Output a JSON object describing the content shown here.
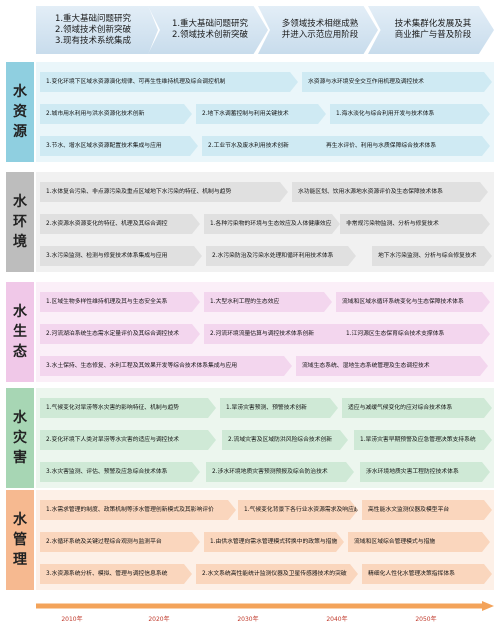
{
  "phases": [
    {
      "label": "1.重大基础问题研究\n2.领域技术创新突破\n3.现有技术系统集成"
    },
    {
      "label": "1.重大基础问题研究\n2.领域技术创新突破"
    },
    {
      "label": "多领域技术相继成熟\n并进入示范应用阶段"
    },
    {
      "label": "技术集群化发展及其\n商业推广与普及阶段"
    }
  ],
  "categories": [
    {
      "key": "resources",
      "label": "水\n资\n源",
      "color": "#8fcfe0",
      "band": "#eaf6fa",
      "itemColor": "#cfeaf3",
      "rows": [
        [
          "1.变化环境下区域水资源演化规律、可再生性维持机理及综合调控机制",
          "水资源与水环境安全交互作用机理及调控技术"
        ],
        [
          "2.城市用水利用与洪水资源化技术创新",
          "2.地下水调蓄控制与利用关键技术",
          "1.海水淡化与综合利用开发与技术体系"
        ],
        [
          "3.节水、增水区域水资源配置技术集成与应用",
          "2.工业节水及废水利用技术创新",
          "再生水评价、利用与水质保障综合技术体系"
        ]
      ]
    },
    {
      "key": "environment",
      "label": "水\n环\n境",
      "color": "#bdbdbd",
      "band": "#f1f1f1",
      "itemColor": "#e0e0e0",
      "rows": [
        [
          "1.水体复合污染、非点源污染及重点区域地下水污染的特征、机制与趋势",
          "水功能区划、饮用水源地水资源评价及生态保障技术体系"
        ],
        [
          "2.水资源水资源变化的特征、机理及其综合调控",
          "1.各种污染物的环境与生态效应及人体健康效应",
          "非常规污染物监测、分析与修复技术"
        ],
        [
          "3.水污染监测、检测与修复技术体系集成与应用",
          "2.水污染防治及污染水处理和循环利用技术体系",
          "地下水污染监测、分析与综合修复技术"
        ]
      ]
    },
    {
      "key": "ecology",
      "label": "水\n生\n态",
      "color": "#f0c8e8",
      "band": "#fbeff8",
      "itemColor": "#f3d6ee",
      "rows": [
        [
          "1.区域生物多样性维持机理及其与生态安全关系",
          "1.大型水利工程的生态效应",
          "流域和区域水循环系统变化与生态保障技术体系"
        ],
        [
          "2.河流湖泊系统生态需水定量评价及其综合调控技术",
          "2.河流环境流量估算与调控技术体系创新",
          "1.江河源区生态保育综合技术支撑体系"
        ],
        [
          "3.水土保持、生态修复、水利工程及其效果开发等综合技术体系集成与应用",
          "流域生态系统、湿地生态系统管理及生态调控技术"
        ]
      ]
    },
    {
      "key": "disaster",
      "label": "水\n灾\n害",
      "color": "#a7d6b4",
      "band": "#ecf6ee",
      "itemColor": "#cfe9d6",
      "rows": [
        [
          "1.气候变化对旱涝等水灾害的影响特征、机制与趋势",
          "1.旱涝灾害预测、预警技术创新",
          "适应与减缓气候变化的应对综合技术体系"
        ],
        [
          "2.变化环境下人类对旱涝等水灾害的适应与调控技术",
          "2.流域灾害及区域防洪风险综合技术创新",
          "1.旱涝灾害早期预警及应急管理决策支持系统"
        ],
        [
          "3.水灾害监测、评估、预警及应急综合技术体系",
          "2.涉水环境地质灾害预测预报及综合防治技术",
          "涉水环境地质灾害工程防控技术体系"
        ]
      ]
    },
    {
      "key": "management",
      "label": "水\n管\n理",
      "color": "#f6b990",
      "band": "#fdf0e7",
      "itemColor": "#fad6bd",
      "rows": [
        [
          "1.水需求管理的制度、政策机制等涉水管理创新模式及其影响评价",
          "1.气候变化背景下各行业水资源需求及响应趋势",
          "高性能水文监测仪器及模型平台"
        ],
        [
          "2.水循环系统及关键过程综合观测与监测平台",
          "1.由供水管理向需水管理模式转换中的政策与措施",
          "流域和区域综合管理模式与措施"
        ],
        [
          "3.水资源系统分析、模拟、管理与调控信息系统",
          "2.水文系统高性能统计监测仪器及卫星传感器技术的突破",
          "精细化人性化水管理决策指挥体系"
        ]
      ]
    }
  ],
  "timeline": {
    "years": [
      "2010年",
      "2020年",
      "2030年",
      "2040年",
      "2050年"
    ],
    "color": "#f3a35a"
  }
}
